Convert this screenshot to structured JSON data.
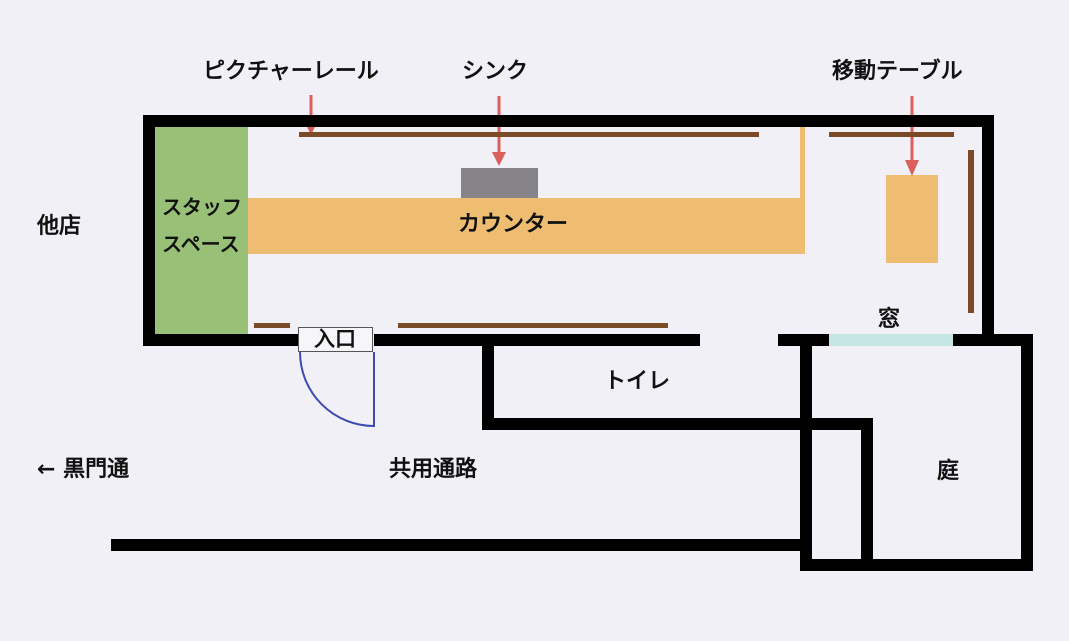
{
  "labels": {
    "picture_rail": "ピクチャーレール",
    "sink": "シンク",
    "mobile_table": "移動テーブル",
    "other_shop": "他店",
    "staff_space_line1": "スタッフ",
    "staff_space_line2": "スペース",
    "counter": "カウンター",
    "window": "窓",
    "entrance": "入口",
    "toilet": "トイレ",
    "kuromon_street": "← 黒門通",
    "shared_passage": "共用通路",
    "garden": "庭"
  },
  "colors": {
    "background": "#f1f0f6",
    "wall": "#000000",
    "staff_space": "#98c177",
    "counter": "#eebd72",
    "sink": "#868389",
    "rail": "#7b4a26",
    "arrow": "#d9605b",
    "window": "#c6e6e6",
    "door": "#3c4bb0"
  }
}
